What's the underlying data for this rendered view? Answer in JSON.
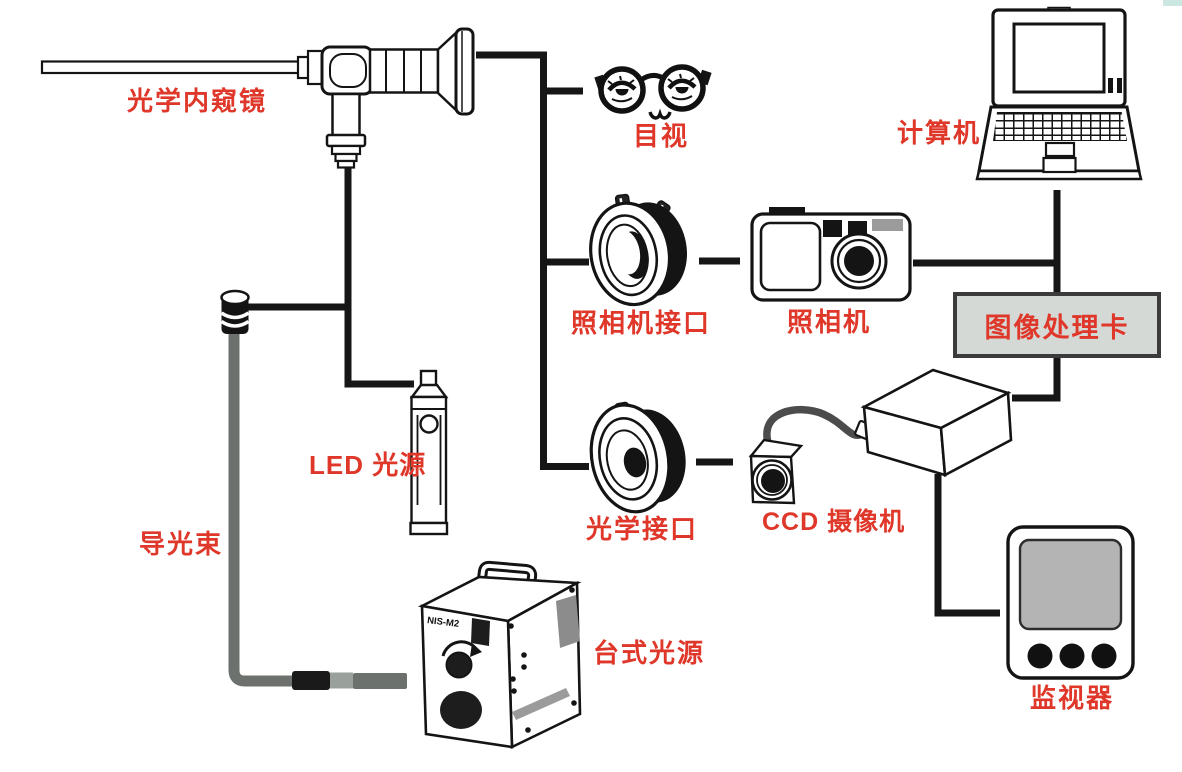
{
  "diagram": {
    "components": {
      "endoscope": {
        "label": "光学内窥镜"
      },
      "visual": {
        "label": "目视"
      },
      "computer": {
        "label": "计算机"
      },
      "camera_adapter": {
        "label": "照相机接口"
      },
      "camera": {
        "label": "照相机"
      },
      "image_card": {
        "label": "图像处理卡"
      },
      "led_source": {
        "label": "LED 光源"
      },
      "optical_adapter": {
        "label": "光学接口"
      },
      "ccd_camera": {
        "label": "CCD 摄像机"
      },
      "light_guide": {
        "label": "导光束"
      },
      "desk_source": {
        "label": "台式光源",
        "model": "NIS-M2"
      },
      "monitor": {
        "label": "监视器"
      }
    },
    "colors": {
      "label_red": "#df372a",
      "line_black": "#161616",
      "card_fill": "#d5d9d5",
      "screen_gray": "#b4b4b4",
      "guide_gray": "#6c716e",
      "corner_artifact_teal": "#cce7e1"
    }
  }
}
